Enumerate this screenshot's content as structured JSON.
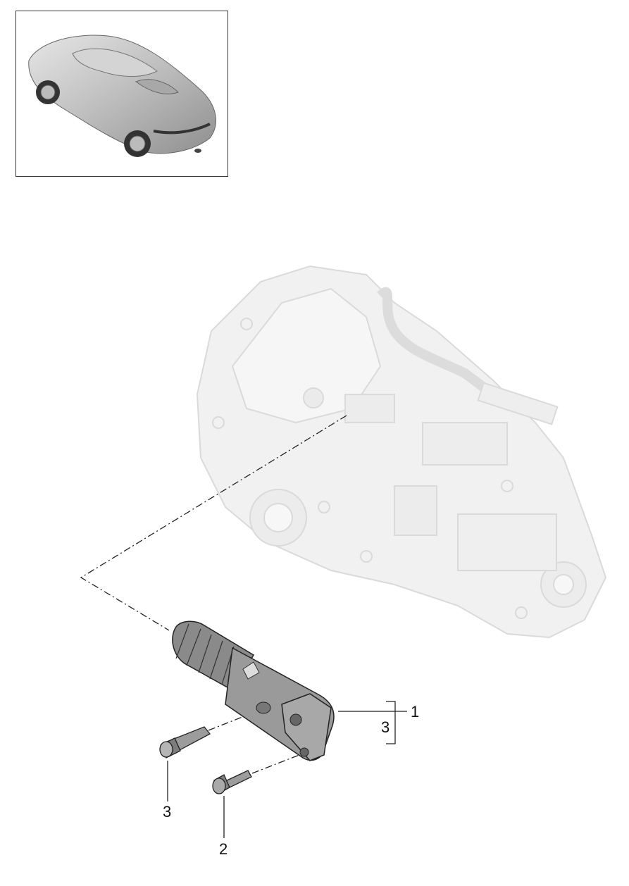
{
  "thumbnail": {
    "icon": "sports-car-icon"
  },
  "diagram": {
    "main_assembly": "transmission-icon",
    "parts": [
      {
        "icon": "clutch-slave-cylinder-icon",
        "callout": "1"
      },
      {
        "icon": "bolt-icon",
        "callout": "2"
      },
      {
        "icon": "bleeder-valve-icon",
        "callout": "3"
      }
    ],
    "bracket_callouts": [
      "1",
      "3"
    ]
  }
}
